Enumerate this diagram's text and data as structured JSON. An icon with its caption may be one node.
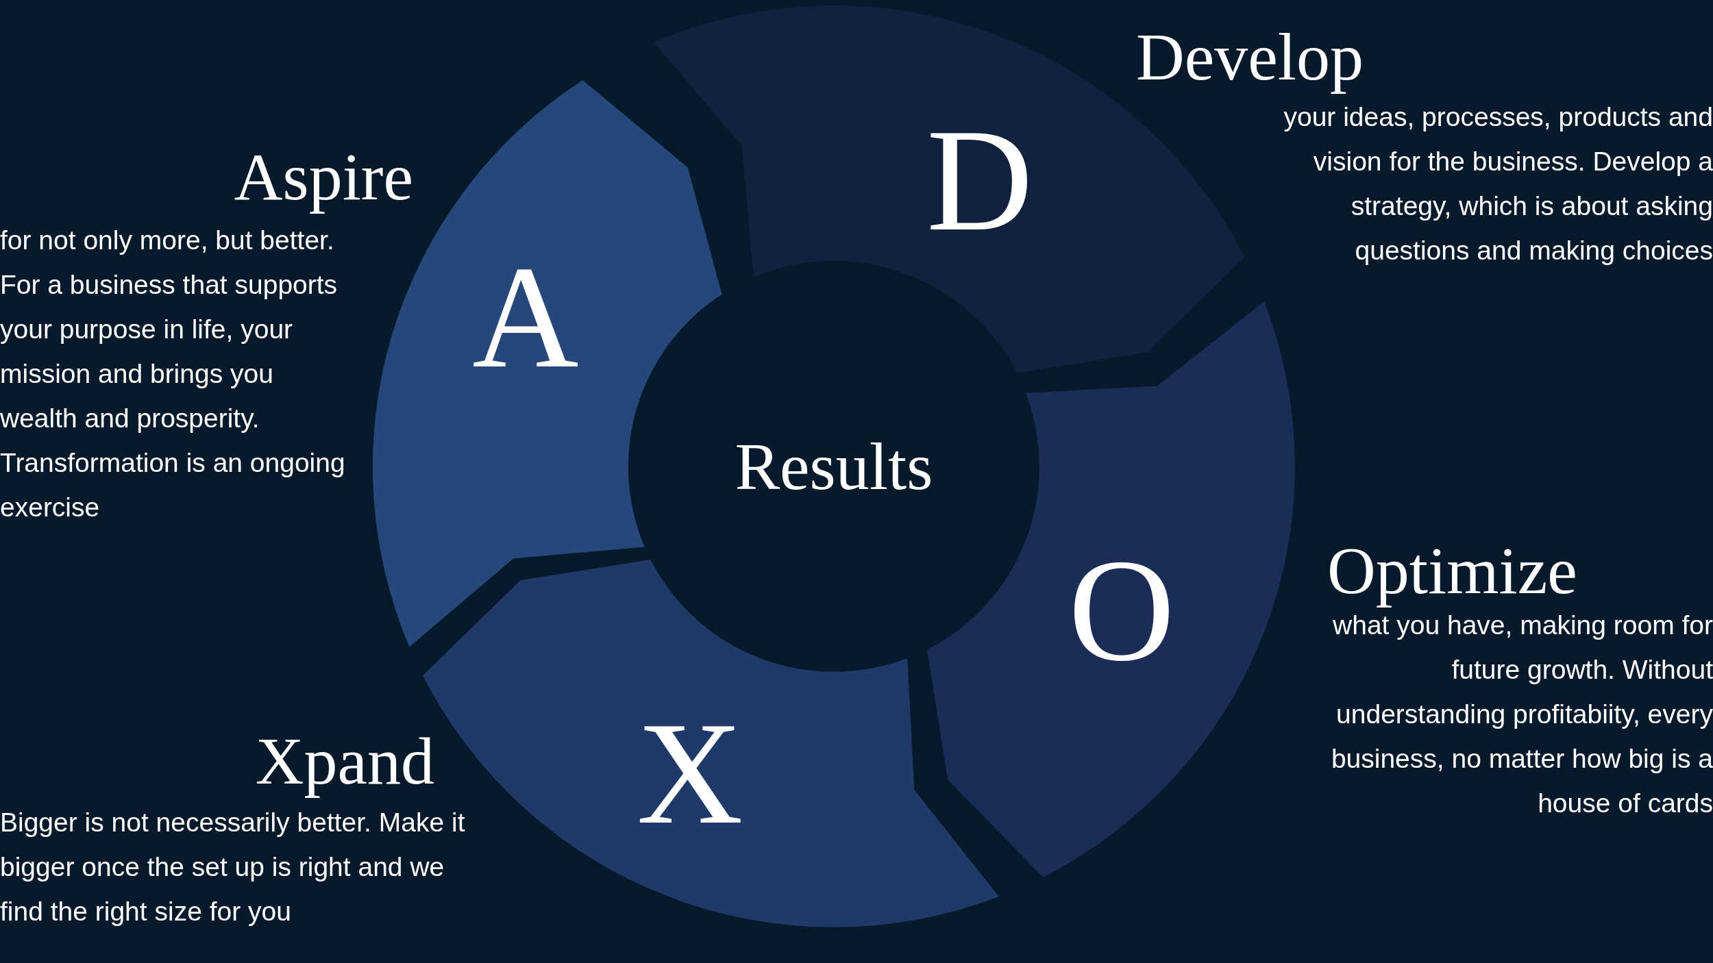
{
  "diagram": {
    "nodes": [
      {
        "text": [
          "D"
        ],
        "beside": [
          "Develop",
          "your ideas, processes, products and vision for the business. Develop a strategy, which is about asking questions and making choices"
        ]
      },
      {
        "text": [
          "A"
        ],
        "beside": [
          "Aspire",
          "for not only more, but better. For a business that supports your purpose in life, your mission and brings you wealth and prosperity. Transformation is an ongoing exercise"
        ]
      },
      {
        "text": [
          "Results"
        ]
      },
      {
        "text": [
          "O"
        ],
        "beside": [
          "Optimize",
          "what you have, making room for future growth. Without understanding profitabiity, every business, no matter how big is a house of cards"
        ]
      },
      {
        "text": [
          "X"
        ],
        "beside": [
          "Xpand",
          "Bigger is not necessarily better. Make it bigger once the set up is right and we find the right size for you"
        ]
      }
    ]
  }
}
